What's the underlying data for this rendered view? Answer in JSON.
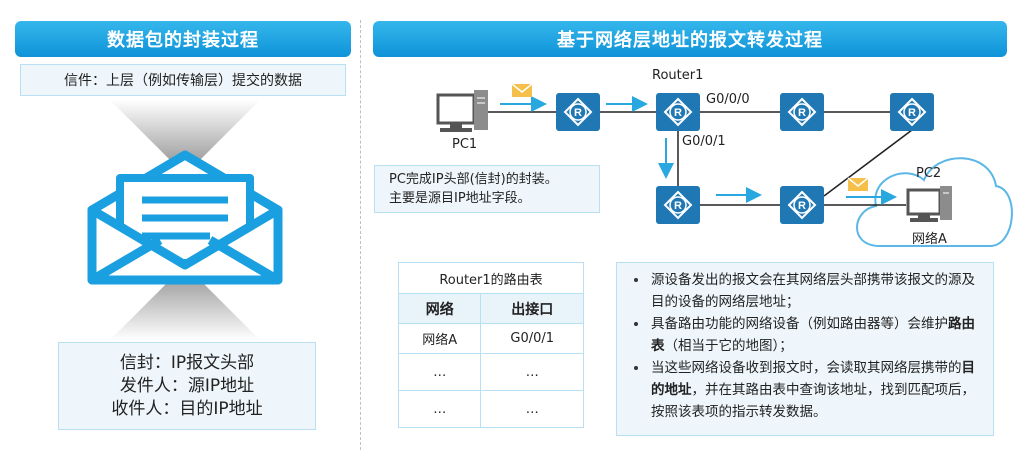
{
  "left": {
    "header": "数据包的封装过程",
    "letter_label": "信件：上层（例如传输层）提交的数据",
    "envelope_lines": [
      "信封：IP报文头部",
      "发件人：源IP地址",
      "收件人：目的IP地址"
    ]
  },
  "right": {
    "header": "基于网络层地址的报文转发过程",
    "labels": {
      "router1": "Router1",
      "g000": "G0/0/0",
      "g001": "G0/0/1",
      "pc1": "PC1",
      "pc2": "PC2",
      "network_a": "网络A"
    },
    "pc1_note": [
      "PC完成IP头部(信封)的封装。",
      "主要是源目IP地址字段。"
    ],
    "routing_table": {
      "caption": "Router1的路由表",
      "columns": [
        "网络",
        "出接口"
      ],
      "rows": [
        [
          "网络A",
          "G0/0/1"
        ],
        [
          "…",
          "…"
        ],
        [
          "…",
          "…"
        ]
      ]
    },
    "bullets": [
      {
        "pre": "源设备发出的报文会在其网络层头部携带该报文的源及目的设备的网络层地址；",
        "bold": "",
        "post": ""
      },
      {
        "pre": "具备路由功能的网络设备（例如路由器等）会维护",
        "bold": "路由表",
        "post": "（相当于它的地图）；"
      },
      {
        "pre": "当这些网络设备收到报文时，会读取其网络层携带的",
        "bold": "目的地址",
        "post": "，并在其路由表中查询该地址，找到匹配项后，按照该表项的指示转发数据。"
      }
    ]
  },
  "colors": {
    "accent": "#1a9fe0",
    "router": "#1f78b4",
    "arrow": "#29a8e0",
    "envelope": "#1a9fe0",
    "mail": "#f5c04a"
  }
}
